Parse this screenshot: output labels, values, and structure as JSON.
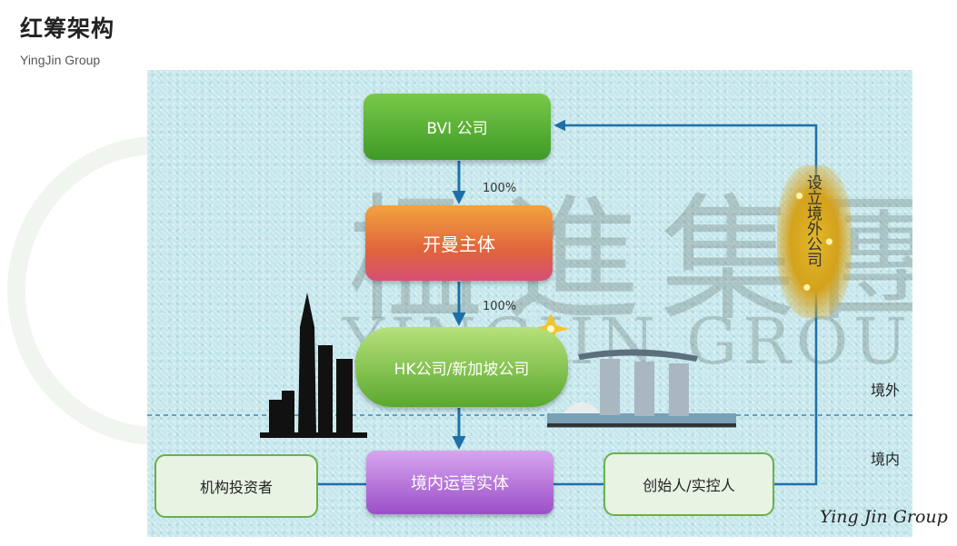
{
  "header": {
    "title": "红筹架构",
    "subtitle": "YingJin Group"
  },
  "watermark": {
    "cn": "楹進集團",
    "en": "YINGJIN GROUP"
  },
  "diagram": {
    "nodes": {
      "bvi": "BVI 公司",
      "cayman": "开曼主体",
      "hk": "HK公司/新加坡公司",
      "operating": "境内运营实体",
      "investors": "机构投资者",
      "founder": "创始人/实控人"
    },
    "edges": {
      "bvi_to_cayman": "100%",
      "cayman_to_hk": "100%"
    },
    "offshore_setup_label": "设立境外公司",
    "regions": {
      "offshore": "境外",
      "onshore": "境内"
    }
  },
  "signature": "Ying Jin Group",
  "colors": {
    "line": "#1f6fa8",
    "divider": "#3b86b8",
    "bvi": "#4eaa30",
    "cayman": "#e66d3e",
    "hk": "#6cb536",
    "operating": "#a85ad2",
    "outline": "#6bb04a"
  }
}
